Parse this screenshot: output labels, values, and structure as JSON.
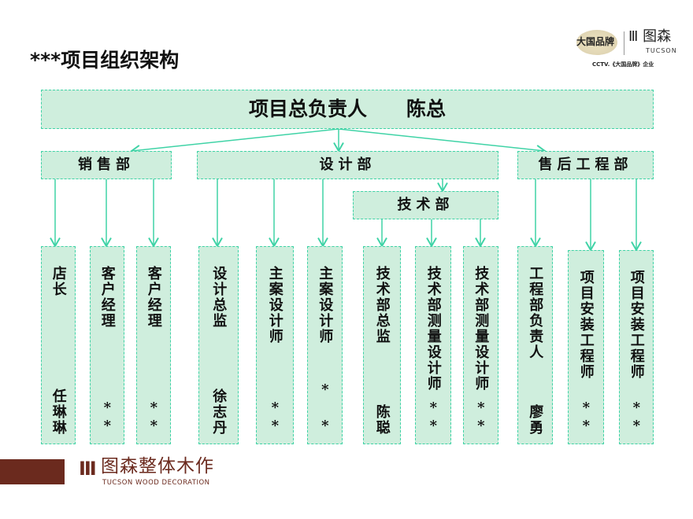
{
  "title": "***项目组织架构",
  "top_logo": {
    "brand": "大国品牌",
    "name": "图森",
    "en": "TUCSON",
    "tagline": "CCTV.《大国品牌》企业"
  },
  "head": "项目总负责人　　陈总",
  "departments": [
    "销售部",
    "设计部",
    "技术部",
    "售后工程部"
  ],
  "leaves": [
    {
      "role": "店长",
      "name": "任琳琳"
    },
    {
      "role": "客户经理",
      "name": "**"
    },
    {
      "role": "客户经理",
      "name": "**"
    },
    {
      "role": "设计总监",
      "name": "徐志丹"
    },
    {
      "role": "主案设计师",
      "name": "**"
    },
    {
      "role": "主案设计师",
      "name": "* *"
    },
    {
      "role": "技术部总监",
      "name": "陈聪"
    },
    {
      "role": "技术部测量设计师",
      "name": "**"
    },
    {
      "role": "技术部测量设计师",
      "name": "**"
    },
    {
      "role": "工程部负责人",
      "name": "廖勇"
    },
    {
      "role": "项目安装工程师",
      "name": "**"
    },
    {
      "role": "项目安装工程师",
      "name": "**"
    }
  ],
  "footer": {
    "cn": "图森整体木作",
    "en": "TUCSON WOOD DECORATION"
  },
  "colors": {
    "fill": "#cfeedd",
    "border": "#3fd3a6",
    "brown": "#6b2a1e"
  }
}
